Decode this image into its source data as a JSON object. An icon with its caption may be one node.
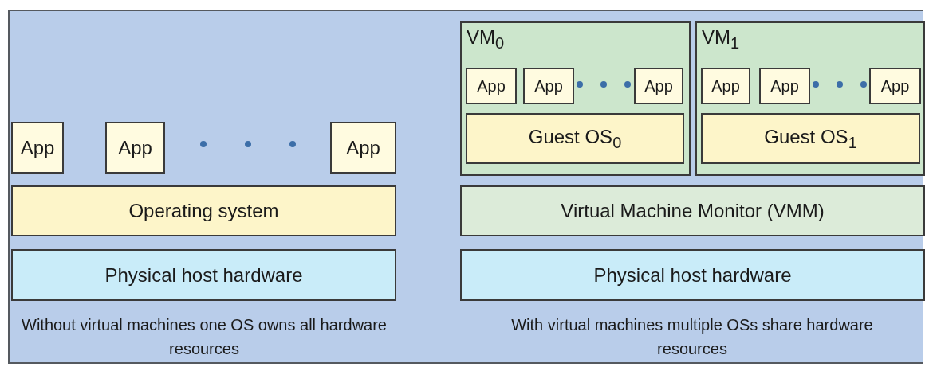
{
  "diagram": {
    "nodes": [
      {
        "text": [
          "App"
        ]
      },
      {
        "text": [
          "App"
        ]
      },
      {
        "text": [
          "App"
        ]
      },
      {
        "text": [
          "Operating system"
        ]
      },
      {
        "text": [
          "Physical host hardware"
        ]
      },
      {
        "text": [
          "VM$_{0}$"
        ]
      },
      {
        "text": [
          "App"
        ],
        "in": 5
      },
      {
        "text": [
          "App"
        ],
        "in": 5
      },
      {
        "text": [
          "App"
        ],
        "in": 5
      },
      {
        "text": [
          "Guest OS$_{0}$"
        ],
        "in": 5
      },
      {
        "text": [
          "VM$_{1}$"
        ]
      },
      {
        "text": [
          "App"
        ],
        "in": 10
      },
      {
        "text": [
          "App"
        ],
        "in": 10
      },
      {
        "text": [
          "App"
        ],
        "in": 10
      },
      {
        "text": [
          "Guest OS$_{1}$"
        ],
        "in": 10
      },
      {
        "text": [
          "Virtual Machine Monitor (VMM)"
        ]
      },
      {
        "text": [
          "Physical host hardware"
        ]
      }
    ],
    "labels": [
      "Without virtual machines one OS owns all hardware resources",
      "With virtual machines multiple OSs share hardware resources"
    ]
  }
}
